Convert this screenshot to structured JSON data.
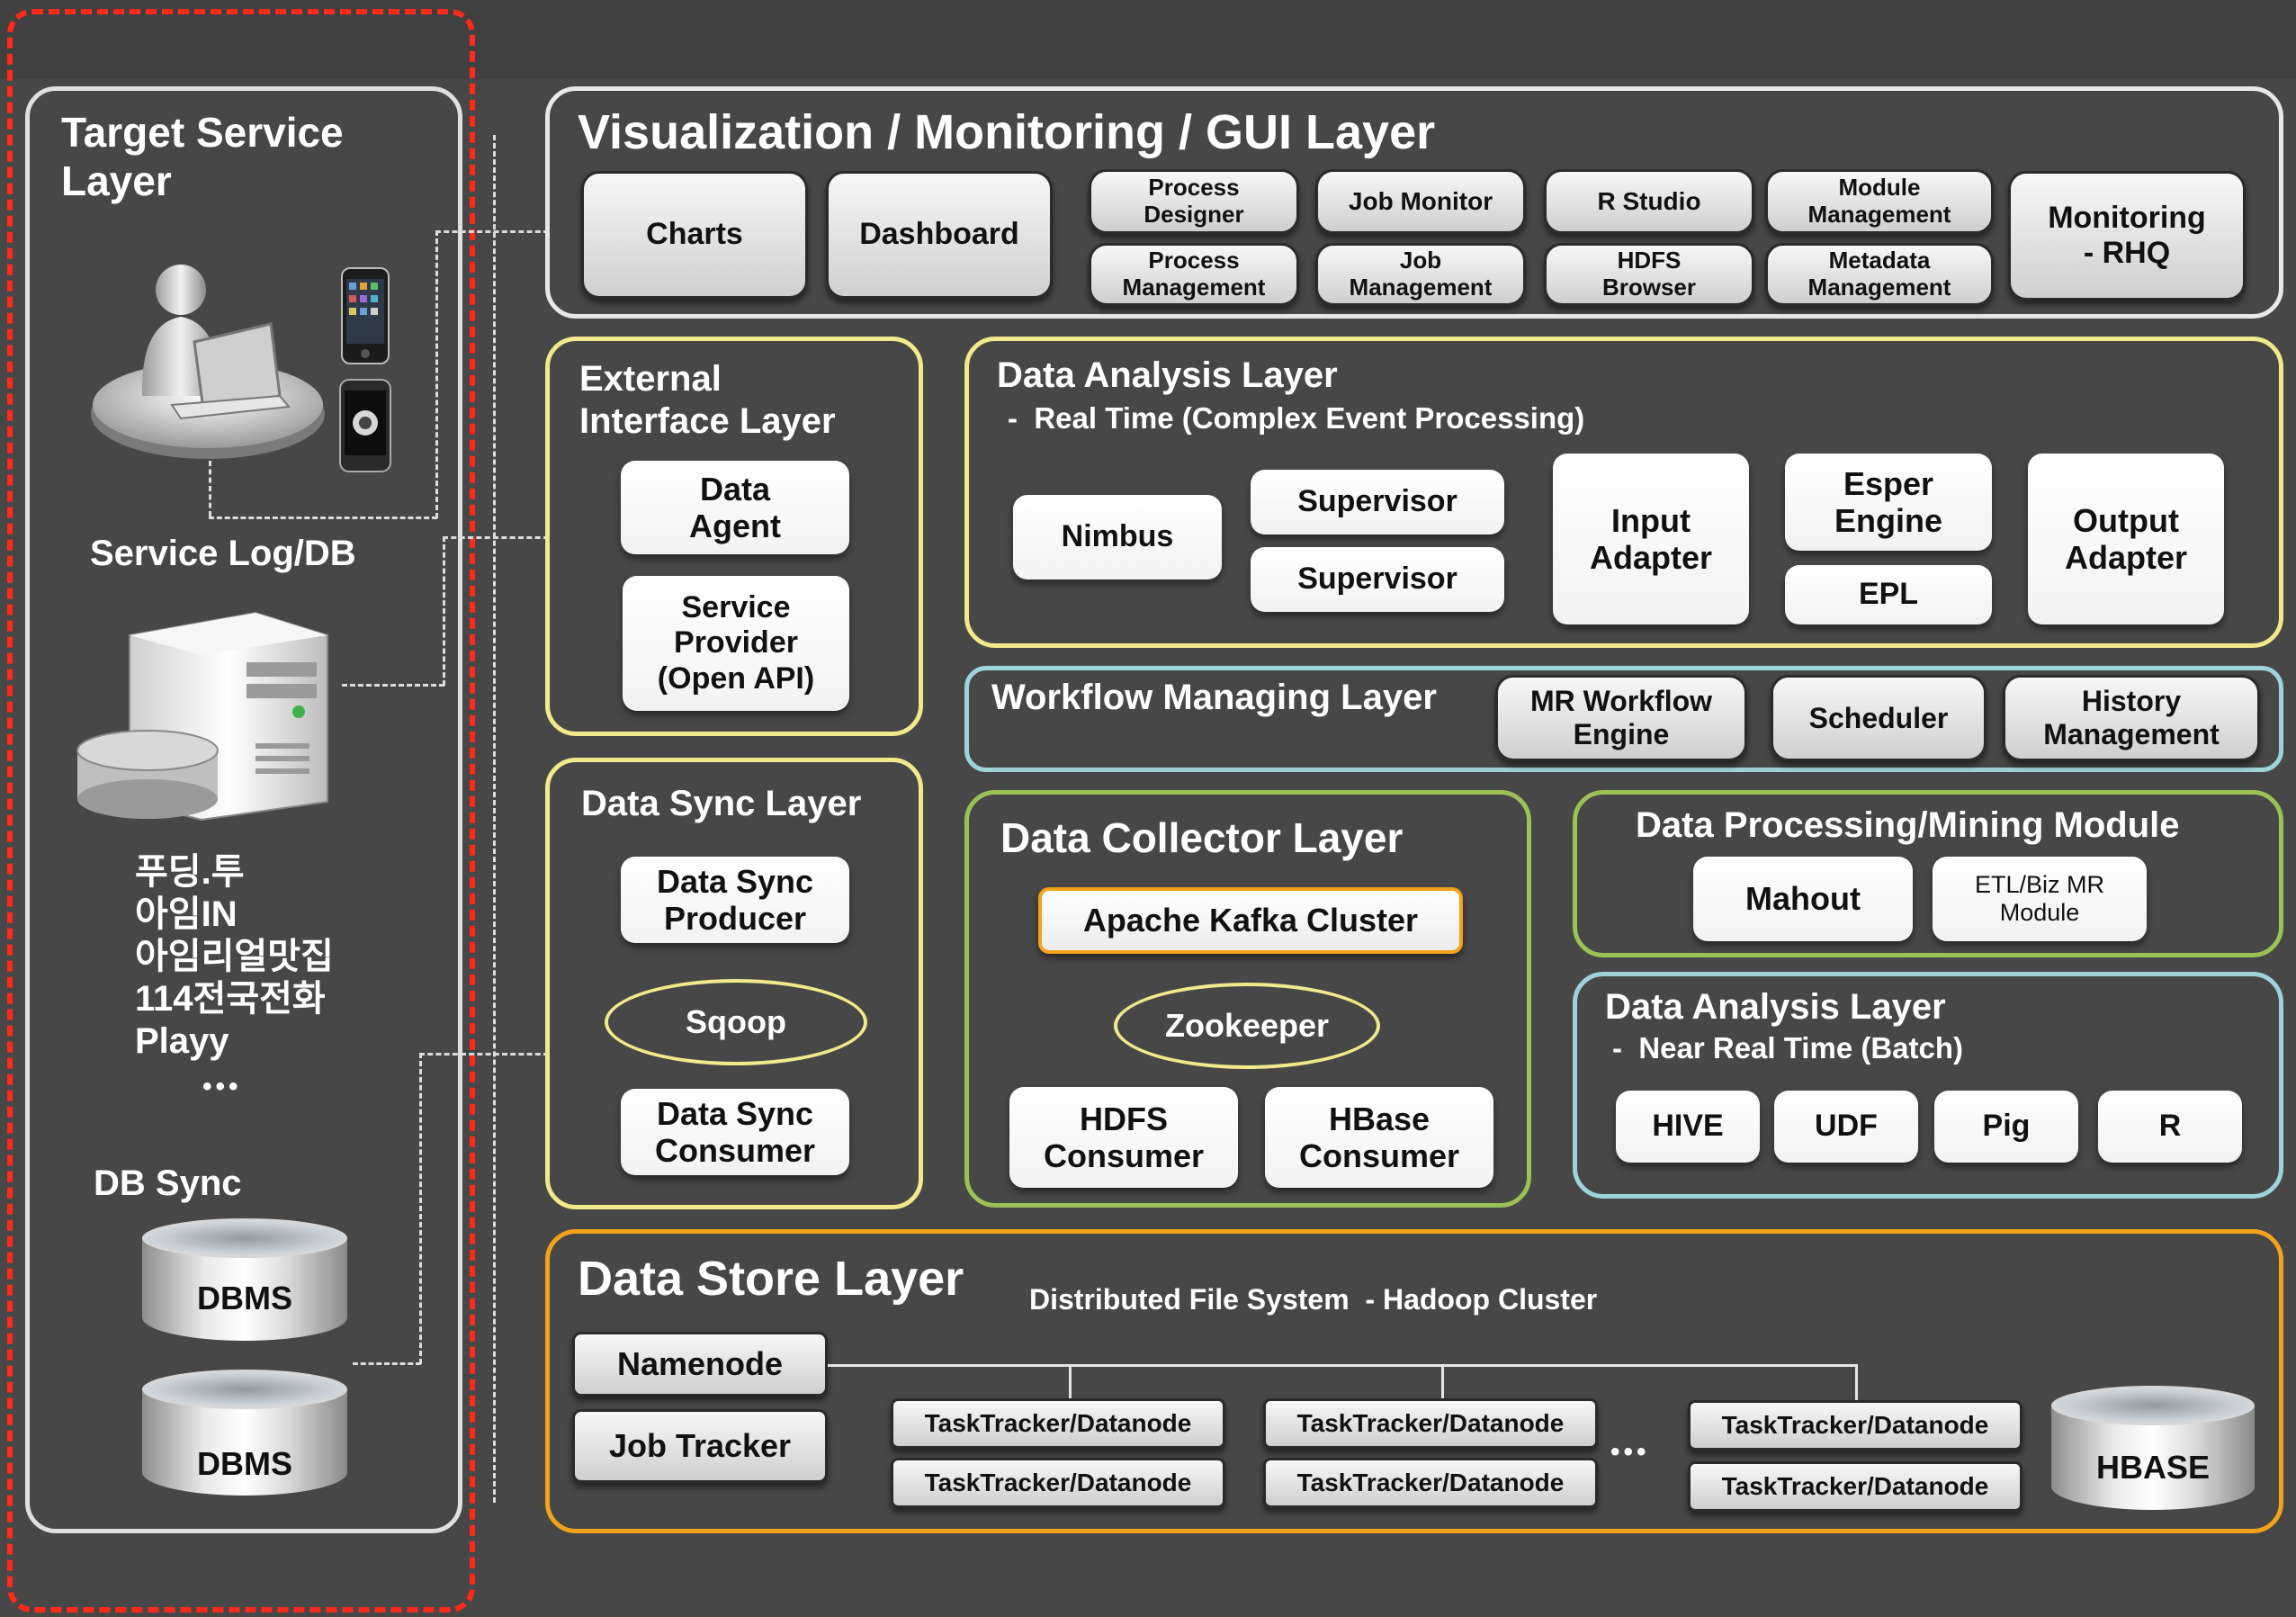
{
  "left": {
    "title": "Target Service\nLayer",
    "service_log": "Service Log/DB",
    "services": [
      "푸딩.투",
      "아임IN",
      "아임리얼맛집",
      "114전국전화",
      "Playy"
    ],
    "ellipsis": "•••",
    "db_sync": "DB Sync",
    "dbms": [
      "DBMS",
      "DBMS"
    ]
  },
  "viz": {
    "title": "Visualization / Monitoring / GUI Layer",
    "charts": "Charts",
    "dashboard": "Dashboard",
    "process_designer": "Process\nDesigner",
    "process_management": "Process\nManagement",
    "job_monitor": "Job Monitor",
    "job_management": "Job\nManagement",
    "r_studio": "R Studio",
    "hdfs_browser": "HDFS\nBrowser",
    "module_management": "Module\nManagement",
    "metadata_management": "Metadata\nManagement",
    "monitoring": "Monitoring\n- RHQ"
  },
  "external": {
    "title": "External\nInterface Layer",
    "data_agent": "Data\nAgent",
    "service_provider": "Service\nProvider\n(Open API)"
  },
  "analysis_rt": {
    "title": "Data Analysis Layer",
    "subtitle": "-  Real Time (Complex Event Processing)",
    "nimbus": "Nimbus",
    "supervisors": [
      "Supervisor",
      "Supervisor"
    ],
    "input_adapter": "Input\nAdapter",
    "esper": "Esper\nEngine",
    "epl": "EPL",
    "output_adapter": "Output\nAdapter"
  },
  "workflow": {
    "title": "Workflow Managing Layer",
    "mr_workflow": "MR Workflow\nEngine",
    "scheduler": "Scheduler",
    "history": "History\nManagement"
  },
  "sync": {
    "title": "Data Sync Layer",
    "producer": "Data Sync\nProducer",
    "sqoop": "Sqoop",
    "consumer": "Data Sync\nConsumer"
  },
  "collector": {
    "title": "Data Collector Layer",
    "kafka": "Apache Kafka Cluster",
    "zookeeper": "Zookeeper",
    "hdfs_consumer": "HDFS\nConsumer",
    "hbase_consumer": "HBase\nConsumer"
  },
  "mining": {
    "title": "Data Processing/Mining Module",
    "mahout": "Mahout",
    "etl": "ETL/Biz MR\nModule"
  },
  "analysis_batch": {
    "title": "Data Analysis Layer",
    "subtitle": "-  Near Real Time (Batch)",
    "items": [
      "HIVE",
      "UDF",
      "Pig",
      "R"
    ]
  },
  "store": {
    "title": "Data Store Layer",
    "subtitle": "Distributed File System  - Hadoop Cluster",
    "namenode": "Namenode",
    "job_tracker": "Job Tracker",
    "task_trackers": [
      "TaskTracker/Datanode",
      "TaskTracker/Datanode",
      "TaskTracker/Datanode",
      "TaskTracker/Datanode",
      "TaskTracker/Datanode",
      "TaskTracker/Datanode"
    ],
    "dots": "•••",
    "hbase": "HBASE"
  },
  "colors": {
    "background": "#474747",
    "selection": "#ff2a1a",
    "gui": "#e8e8e8",
    "yellow": "#f1e98b",
    "green": "#9ac256",
    "cyan": "#9fd3dc",
    "orange": "#f3a31b"
  }
}
